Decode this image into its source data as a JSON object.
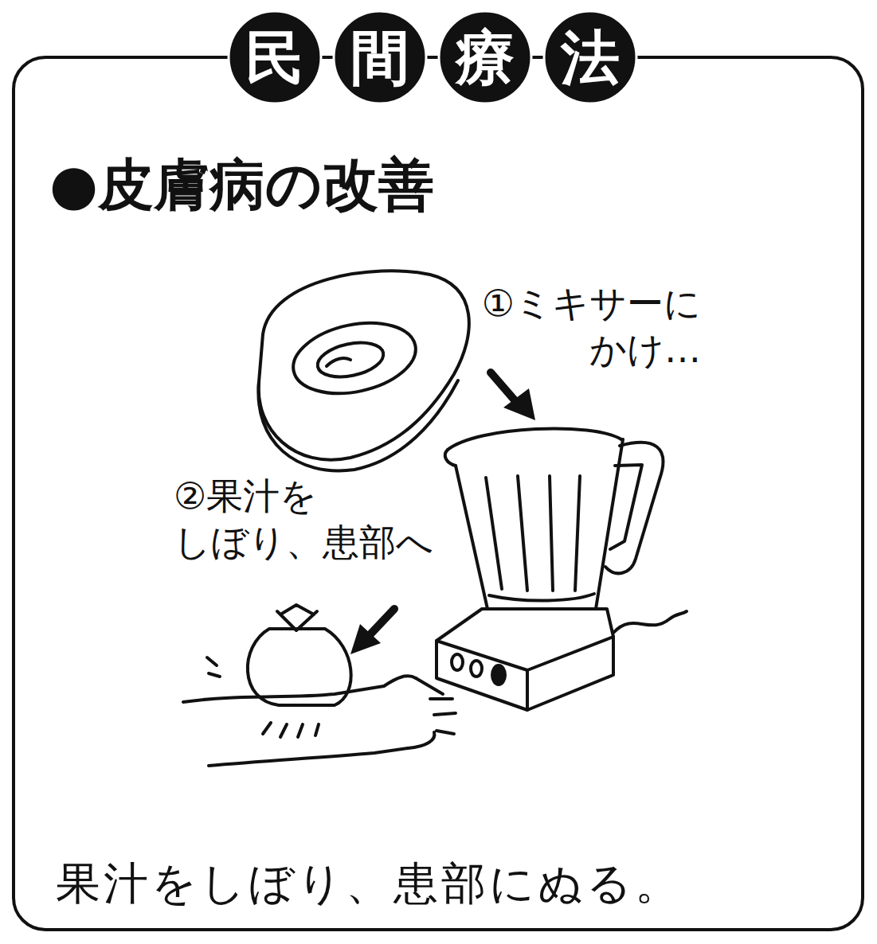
{
  "diagram": {
    "title": "民間療法",
    "caption": "果汁をしぼり、患部にぬる。",
    "labels": [
      "●皮膚病の改善",
      "①ミキサーに かけ…",
      "②果汁を しぼり、患部へ"
    ]
  }
}
